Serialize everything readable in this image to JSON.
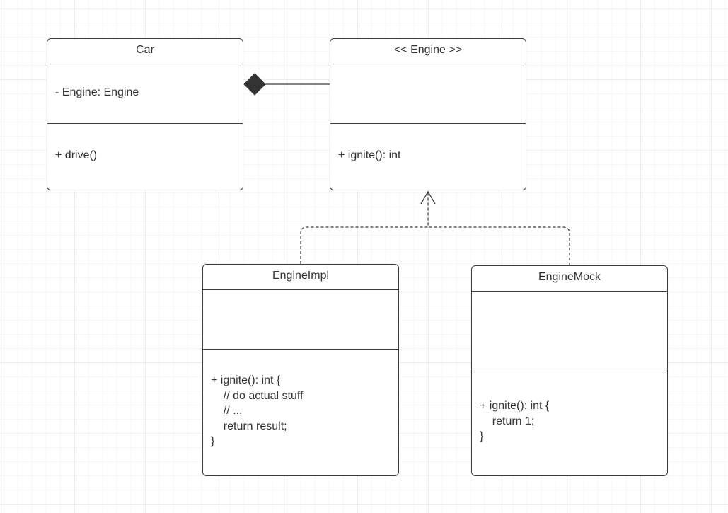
{
  "diagram": {
    "classes": {
      "car": {
        "name": "Car",
        "attributes": [
          "- Engine: Engine"
        ],
        "operations": [
          "+ drive()"
        ]
      },
      "engine": {
        "name": "<< Engine >>",
        "attributes": [],
        "operations": [
          "+ ignite(): int"
        ]
      },
      "engine_impl": {
        "name": "EngineImpl",
        "attributes": [],
        "operations": [
          "+ ignite(): int {\n    // do actual stuff\n    // ...\n    return result;\n}"
        ]
      },
      "engine_mock": {
        "name": "EngineMock",
        "attributes": [],
        "operations": [
          "+ ignite(): int {\n    return 1;\n}"
        ]
      }
    },
    "relationships": [
      {
        "type": "composition",
        "whole": "Car",
        "part": "<< Engine >>"
      },
      {
        "type": "realization",
        "from": "EngineImpl",
        "to": "<< Engine >>"
      },
      {
        "type": "realization",
        "from": "EngineMock",
        "to": "<< Engine >>"
      }
    ]
  }
}
